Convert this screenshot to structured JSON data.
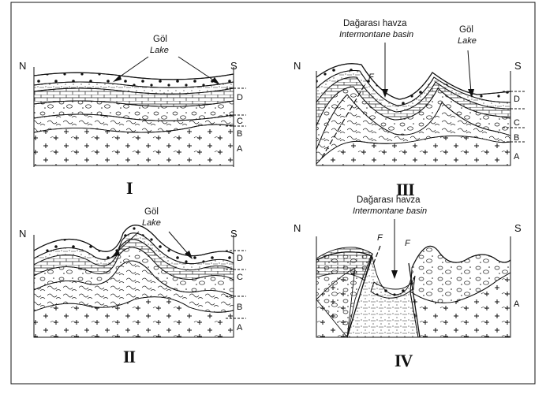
{
  "panels": [
    {
      "id": "I",
      "numeral": "I",
      "north": "N",
      "south": "S",
      "units": [
        "D",
        "C",
        "B",
        "A"
      ],
      "lake_tr": "Göl",
      "lake_en": "Lake"
    },
    {
      "id": "II",
      "numeral": "II",
      "north": "N",
      "south": "S",
      "units": [
        "D",
        "C",
        "B",
        "A"
      ],
      "lake_tr": "Göl",
      "lake_en": "Lake"
    },
    {
      "id": "III",
      "numeral": "III",
      "north": "N",
      "south": "S",
      "units": [
        "D",
        "C",
        "B",
        "A"
      ],
      "basin_tr": "Dağarası havza",
      "basin_en": "Intermontane basin",
      "lake_tr": "Göl",
      "lake_en": "Lake",
      "fault": "F"
    },
    {
      "id": "IV",
      "numeral": "IV",
      "north": "N",
      "south": "S",
      "units": [
        "A"
      ],
      "basin_tr": "Dağarası havza",
      "basin_en": "Intermontane basin",
      "faults": [
        "F",
        "F"
      ]
    }
  ],
  "colors": {
    "ink": "#111111",
    "paper": "#ffffff"
  }
}
